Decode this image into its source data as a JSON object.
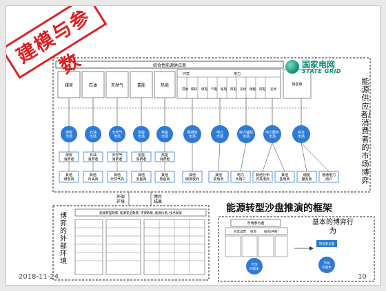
{
  "stamp": {
    "text": "建模与参数"
  },
  "logo": {
    "cn": "国家电网",
    "en": "STATE GRID"
  },
  "side_title": "能源供应者/消费者的市场博弈",
  "left_vertical": "博弈的外部环境",
  "main_title": "能源转型沙盘推演的框架",
  "right_title": "基本的博弈行为",
  "footer": {
    "date": "2018-11-24",
    "page": "10"
  },
  "diagram": {
    "supplier_header": "综合性能源供应商",
    "electricity_header": "电力",
    "environment_header": "环境",
    "fuels": [
      "煤炭",
      "石油",
      "天然气",
      "氢能",
      "热能"
    ],
    "env_items": [
      "其他污染物",
      "碳排放"
    ],
    "market_participants": [
      "煤炭市场",
      "石油市场",
      "天然气市场",
      "氢能市场",
      "热能市场",
      "碳排放市场",
      "电力市场",
      "电力辅助市场",
      "电力服务市场",
      "资本市场"
    ],
    "consumers": [
      "煤炭消费者",
      "石油消费者",
      "天然气消费者",
      "氢能消费者",
      "热能消费者"
    ],
    "producers": [
      "其他煤炭商",
      "其他石油商",
      "其他天然气商",
      "其他氢能商",
      "其他热能商",
      "其他碳排放商",
      "其他发电商",
      "电力大用户",
      "其他分布式发电商",
      "其他售电商",
      "储能服务商",
      "普通电力用户"
    ],
    "external_label": "外部环境",
    "result_label": "博弈结果",
    "table_header": "能源转型政策, 能源安全政策, 环保政策, 能源价格, 技术发展",
    "market_box_title": "市场参与者",
    "market_box_cols": [
      "日常运营",
      "投资",
      "投资/并购"
    ],
    "behavior_label": "市场参与者"
  }
}
